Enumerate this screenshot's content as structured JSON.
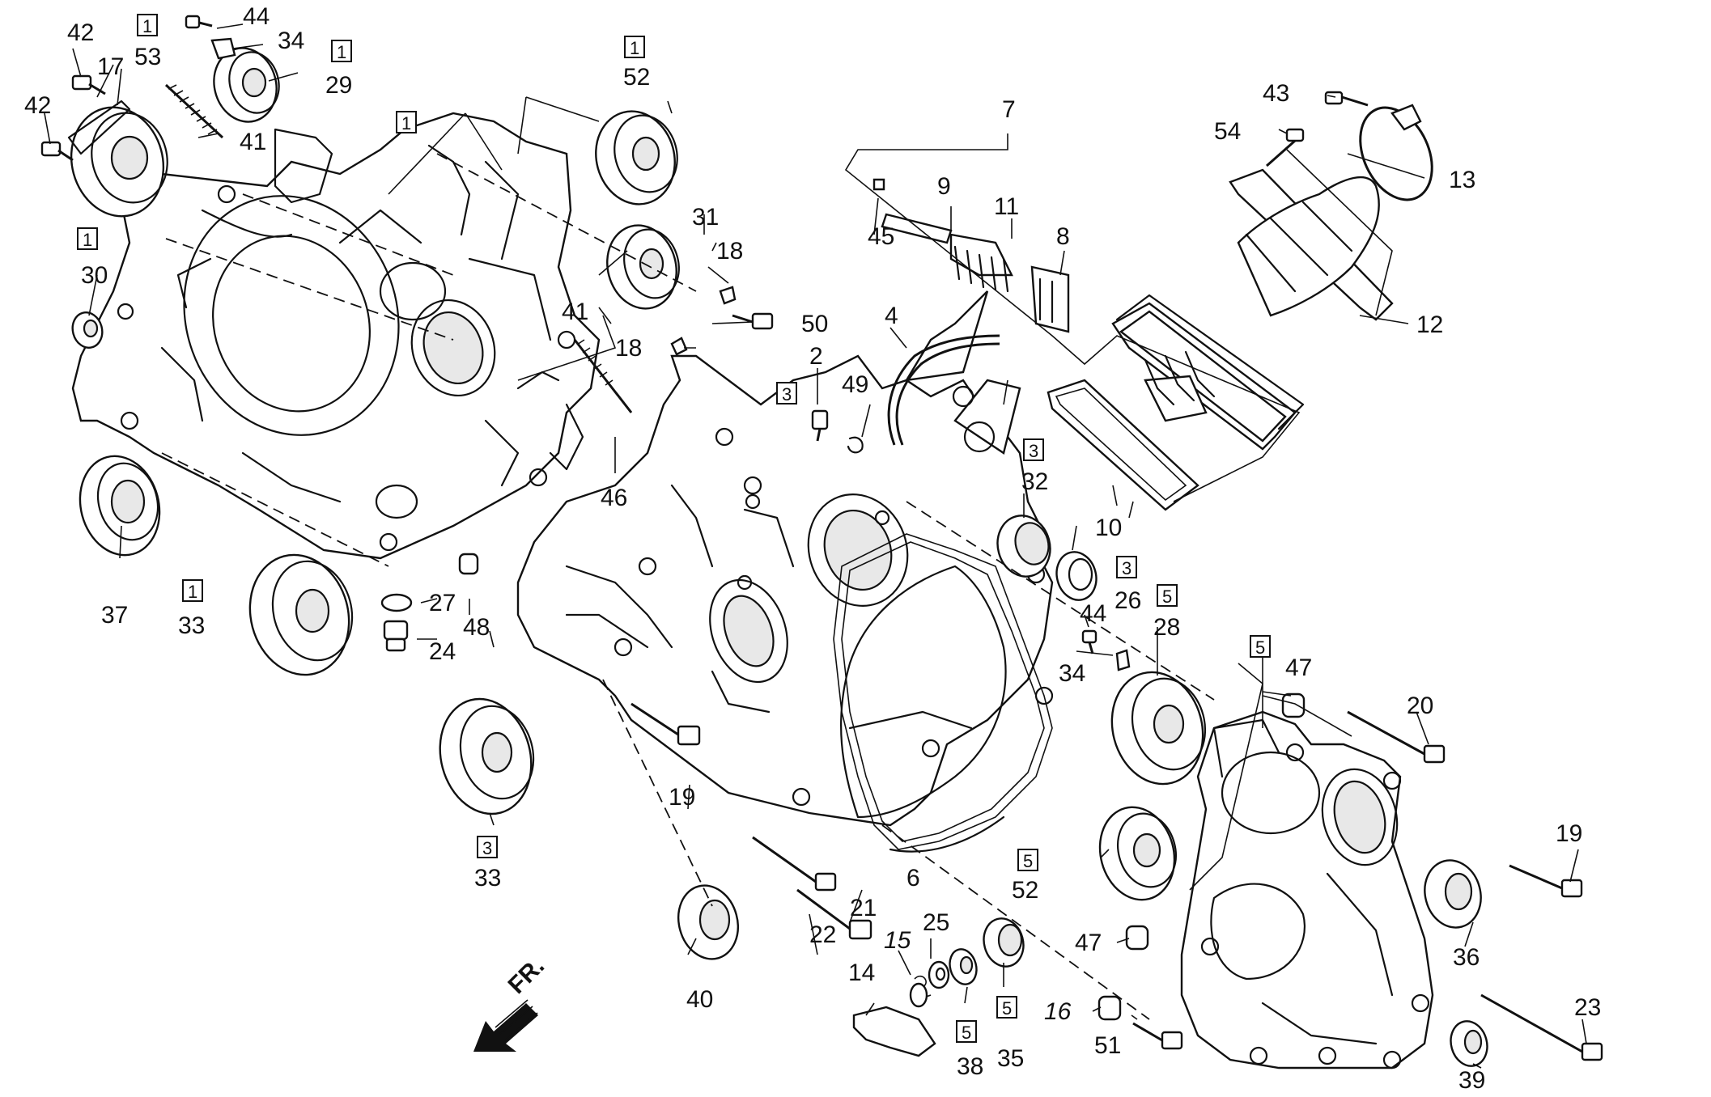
{
  "labels": {
    "n1": "1",
    "n2": "2",
    "n4": "4",
    "n6": "6",
    "n7": "7",
    "n8": "8",
    "n9": "9",
    "n10": "10",
    "n11": "11",
    "n12": "12",
    "n13": "13",
    "n14": "14",
    "n15": "15",
    "n16": "16",
    "n17": "17",
    "n18a": "18",
    "n18b": "18",
    "n19a": "19",
    "n19b": "19",
    "n20": "20",
    "n21": "21",
    "n22": "22",
    "n23": "23",
    "n24": "24",
    "n25": "25",
    "n26": "26",
    "n27": "27",
    "n28": "28",
    "n29": "29",
    "n30": "30",
    "n31": "31",
    "n32": "32",
    "n33a": "33",
    "n33b": "33",
    "n34a": "34",
    "n34b": "34",
    "n35": "35",
    "n36": "36",
    "n37": "37",
    "n38": "38",
    "n39": "39",
    "n40": "40",
    "n41a": "41",
    "n41b": "41",
    "n42a": "42",
    "n42b": "42",
    "n43": "43",
    "n44a": "44",
    "n44b": "44",
    "n45": "45",
    "n46": "46",
    "n47a": "47",
    "n47b": "47",
    "n48": "48",
    "n49": "49",
    "n50": "50",
    "n51": "51",
    "n52a": "52",
    "n52b": "52",
    "n53": "53",
    "n54": "54"
  },
  "boxes": {
    "b53": "1",
    "b29": "1",
    "b52": "1",
    "bcase1": "1",
    "b30": "1",
    "b33a": "1",
    "bcase3": "3",
    "b32": "3",
    "b26": "3",
    "b33b": "3",
    "b28": "5",
    "bcase5": "5",
    "b52b": "5",
    "b38": "5",
    "b35": "5"
  },
  "direction": "FR."
}
